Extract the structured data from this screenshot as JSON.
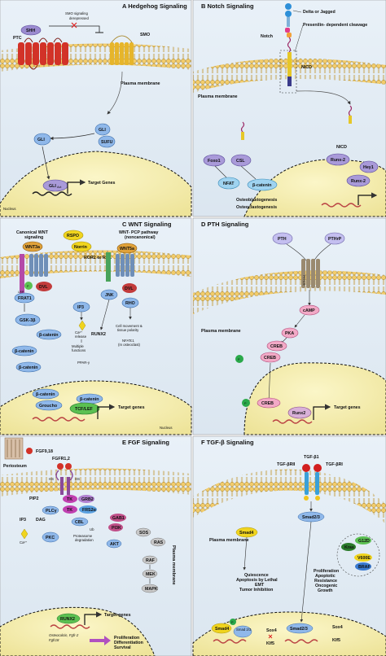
{
  "panels": {
    "A": {
      "title": "A  Hedgehog Signaling",
      "labels": {
        "ptc": "PTC",
        "shh": "SHH",
        "smo_derepressed_1": "SMO signaling",
        "smo_derepressed_2": "derepressed",
        "smo": "SMO",
        "plasma_membrane": "Plasma membrane",
        "gli_cyto": "GLI",
        "gli_complex": "GLI",
        "sufu": "SUFU",
        "gli_act": "GLI",
        "gli_act_sub": "Act",
        "target_genes": "Target Genes",
        "nucleus": "Nucleus"
      }
    },
    "B": {
      "title": "B  Notch Signaling",
      "labels": {
        "delta": "Delta or Jagged",
        "notch": "Notch",
        "presenilin": "Presenilin- dependent cleavage",
        "nicd": "NICD",
        "plasma_membrane": "Plasma membrane",
        "nicd2": "NICD",
        "foxo1": "Foxo1",
        "csl": "CSL",
        "runx2a": "Runx-2",
        "hey1": "Hey1",
        "runx2b": "Runx-2",
        "nfat": "NFAT",
        "bcatenin": "β-catenin",
        "osteoblast": "Osteoblastogenesis",
        "osteoclast": "Osteoclastogenesis"
      }
    },
    "C": {
      "title": "C  WNT Signaling",
      "labels": {
        "canon1": "Canonical WNT",
        "canon2": "signaling",
        "rspo": "RSPO",
        "norrin": "Norrin",
        "pcp1": "WNT- PCP pathway",
        "pcp2": "(noncanonical)",
        "wnt3a": "WNT3a",
        "wnt5a": "WNT5a",
        "ror2": "ROR2 or RYK",
        "lrp": "LRP",
        "frat": "FRAT1",
        "dvl1": "DVL",
        "dvl2": "DVL",
        "p": "P",
        "gsk": "GSK-3β",
        "ip3": "IP3",
        "jnk": "JNK",
        "rho": "RHO",
        "ca": "Ca²⁺",
        "release": "release",
        "runx2": "RUNX2",
        "mf1": "Multiple",
        "mf2": "functions",
        "ppar": "PPAR-γ",
        "bcat1": "β-catenin",
        "bcat2": "β-catenin",
        "bcat3": "β-catenin",
        "cm1": "Cell movement &",
        "cm2": "tissue polarity",
        "nfatc1": "NFATc1",
        "nfatc2": "(In osteoclast)",
        "bcat4": "β-catenin",
        "bcat5": "β-catenin",
        "groucho": "Groucho",
        "tcf": "TCF/LEF",
        "target": "Target genes",
        "nucleus": "Nucleus"
      }
    },
    "D": {
      "title": "D  PTH Signaling",
      "labels": {
        "pth": "PTH",
        "pthrp": "PTHrP",
        "pth1r": "PTH1R",
        "camp": "cAMP",
        "pka": "PKA",
        "plasma_membrane": "Plasma membrane",
        "creb1": "CREB",
        "p1": "P",
        "creb2": "CREB",
        "p2": "P",
        "creb3": "CREB",
        "runx2": "Runx2",
        "target": "Target genes"
      }
    },
    "E": {
      "title": "E  FGF Signaling",
      "labels": {
        "periosteum": "Periosteum",
        "fgf": "FGF9,18",
        "fgfr": "FGFR1,2",
        "hs1": "HS",
        "hs2": "HS",
        "tk1": "TK",
        "tk2": "TK",
        "grb2": "GRB2",
        "frs2": "FRS2α",
        "pip2": "PIP2",
        "plcy": "PLCγ",
        "ip3": "IP3",
        "dag": "DAG",
        "ca": "Ca²⁺",
        "pkc": "PKC",
        "cbl": "CBL",
        "ub": "Ub",
        "gab1": "GAB1",
        "pi3k": "PI3K",
        "prot1": "Proteasome",
        "prot2": "degradation",
        "akt": "AKT",
        "sos": "SOS",
        "ras": "RAS",
        "raf": "RAF",
        "mek": "MEK",
        "mapk": "MAPK",
        "plasma_membrane": "Plasma membrane",
        "runx2": "RUNX2",
        "target": "Target genes",
        "ostc1": "Osteocalcin, Fgfr-2",
        "ostc2": "Fgfr18",
        "prolif": "Proliferation",
        "diff": "Differentiation",
        "surv": "Survival"
      }
    },
    "F": {
      "title": "F  TGF-β Signaling",
      "labels": {
        "tgfb1": "TGF-β1",
        "tgfbr2": "TGF-βRII",
        "tgfbr1": "TGF-βRI",
        "smad23": "Smad2/3",
        "smad4": "Smad4",
        "plasma_membrane": "Plasma membrane",
        "g12d": "G12D",
        "kras": "Kras",
        "v600e": "V600E",
        "braf": "BRAF",
        "q1": "Quiescence",
        "q2": "Apoptosis by Lethal",
        "q3": "EMT",
        "q4": "Tumor Inhibition",
        "pr1": "Proliferation",
        "pr2": "Apoptotic",
        "pr3": "Resistance",
        "pr4": "Oncogenic",
        "pr5": "Growth",
        "smad4n": "Smad4",
        "smad23n": "Smad 2/3",
        "smad23n2": "Smad2/3",
        "sox4a": "Sox4",
        "klf5a": "Klf5",
        "sox4b": "Sox4",
        "klf5b": "Klf5",
        "p": "P"
      }
    }
  }
}
